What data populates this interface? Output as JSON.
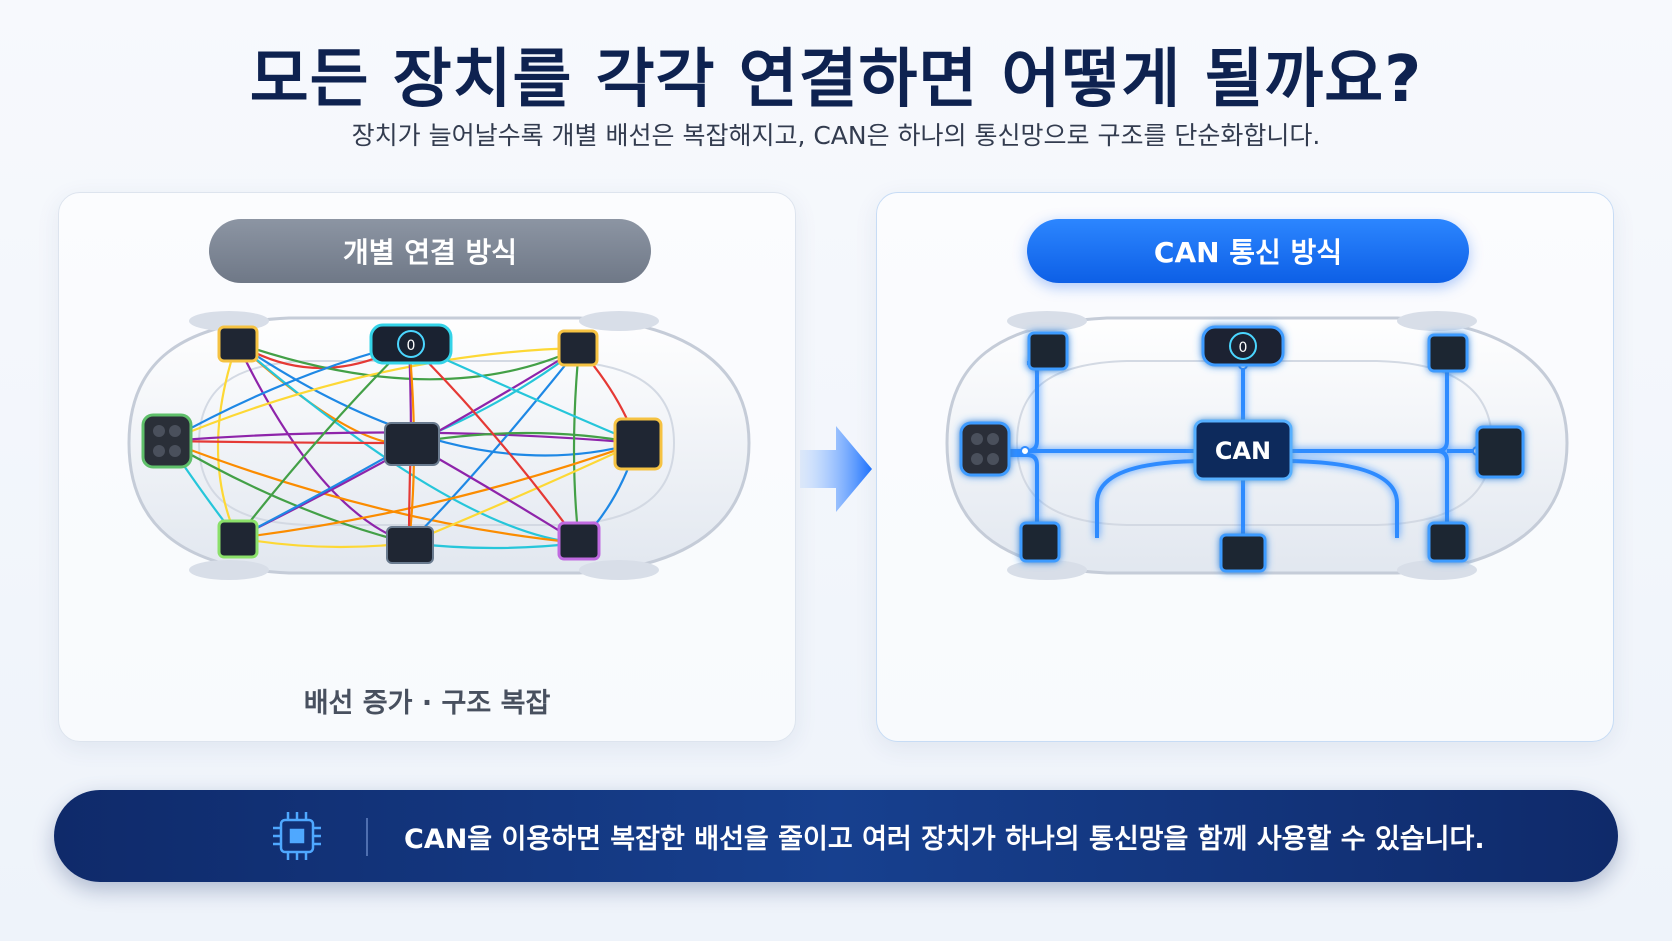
{
  "header": {
    "title": "모든 장치를 각각 연결하면 어떻게 될까요?",
    "subtitle": "장치가 늘어날수록 개별 배선은 복잡해지고, CAN은 하나의 통신망으로 구조를 단순화합니다."
  },
  "left_panel": {
    "label": "개별 연결 방식",
    "caption": "배선 증가 · 구조 복잡",
    "gauge_value": "0"
  },
  "right_panel": {
    "label": "CAN 통신 방식",
    "hub_label": "CAN",
    "gauge_value": "0"
  },
  "banner": {
    "icon": "chip-icon",
    "message": "CAN을 이용하면 복잡한 배선을 줄이고 여러 장치가 하나의 통신망을 함께 사용할 수 있습니다."
  },
  "colors": {
    "title": "#0e2250",
    "blue_accent": "#1f74ff",
    "banner": "#12347a",
    "wire_palette": [
      "#e53935",
      "#fb8c00",
      "#fdd835",
      "#43a047",
      "#1e88e5",
      "#8e24aa",
      "#26c6da"
    ]
  }
}
